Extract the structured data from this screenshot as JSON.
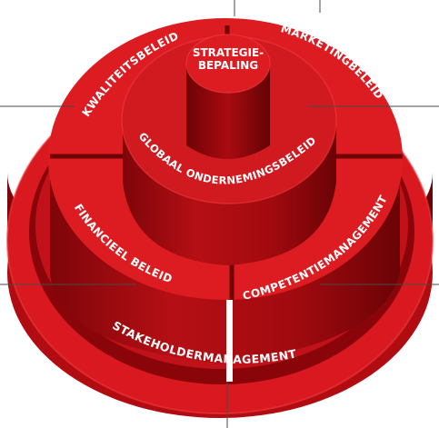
{
  "center": {
    "line1": "STRATEGIE-",
    "line2": "BEPALING"
  },
  "ring_middle": {
    "label": "GLOBAAL ONDERNEMINGSBELEID"
  },
  "ring_inner_segments": {
    "top_left": "KWALITEITSBELEID",
    "top_right": "MARKETINGBELEID",
    "bottom_left": "FINANCIEEL BELEID",
    "bottom_right": "COMPETENTIEMANAGEMENT"
  },
  "ring_outer": {
    "label": "STAKEHOLDERMANAGEMENT"
  },
  "colors": {
    "top_face": "#dd1c22",
    "side_face": "#a8090e",
    "dark_side": "#6f0407",
    "highlight": "#ef3b3f",
    "leader": "#4a4a4a"
  }
}
